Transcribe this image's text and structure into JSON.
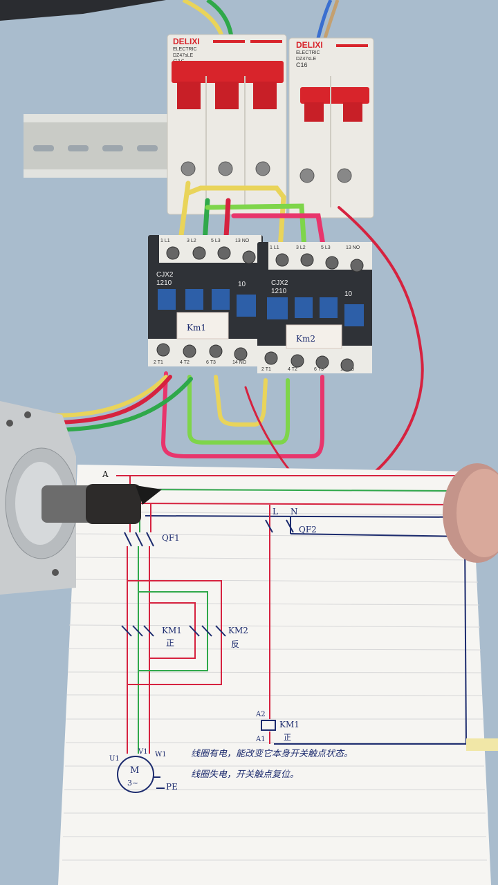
{
  "breakers": [
    {
      "brand": "DELIXI",
      "sub": "ELECTRIC",
      "model": "DZ47sLE",
      "rating": "C16"
    },
    {
      "brand": "DELIXI",
      "sub": "ELECTRIC",
      "model": "DZ47sLE",
      "rating": "C16"
    }
  ],
  "contactors": [
    {
      "model": "CJX2",
      "code": "1210",
      "aux": "10",
      "tag": "Km1",
      "top_terminals": [
        "1 L1",
        "3 L2",
        "5 L3",
        "13 NO"
      ],
      "bottom_terminals": [
        "2 T1",
        "4 T2",
        "6 T3",
        "14 NO"
      ]
    },
    {
      "model": "CJX2",
      "code": "1210",
      "aux": "10",
      "tag": "Km2",
      "top_terminals": [
        "1 L1",
        "3 L2",
        "5 L3",
        "13 NO"
      ],
      "bottom_terminals": [
        "2 T1",
        "4 T2",
        "6 T3",
        "14 NO"
      ]
    }
  ],
  "diagram": {
    "phase_label": "A",
    "line_labels": {
      "l": "L",
      "n": "N"
    },
    "qf1": "QF1",
    "qf2": "QF2",
    "km1": "KM1",
    "km1_sub": "正",
    "km2": "KM2",
    "km2_sub": "反",
    "coil_top": "A2",
    "coil_bottom": "A1",
    "coil_label": "KM1",
    "coil_sub": "正",
    "motor_terminals": [
      "U1",
      "V1",
      "W1"
    ],
    "motor_label": "M",
    "motor_sub": "3~",
    "pe": "PE",
    "note_line1": "线圈有电，能改变它本身开关触点状态。",
    "note_line2": "线圈失电，开关触点复位。"
  },
  "colors": {
    "background": "#a9bccd",
    "paper": "#f6f5f2",
    "wire_red": "#d6223f",
    "wire_green": "#2fa84a",
    "wire_yellow": "#e9d45a",
    "ink_blue": "#1c2b6e",
    "breaker_red": "#d8242b"
  }
}
